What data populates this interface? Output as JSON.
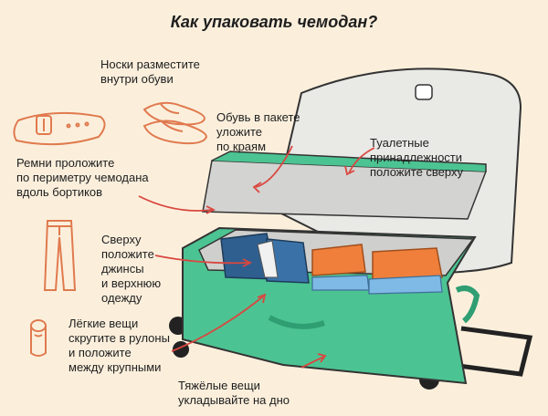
{
  "title": "Как упаковать чемодан?",
  "notes": {
    "socks": "Носки разместите\nвнутри обуви",
    "shoes": "Обувь в пакете\nуложите\nпо краям",
    "toiletries": "Туалетные\nпринадлежности\nположите сверху",
    "belts": "Ремни проложите\nпо периметру чемодана\nвдоль бортиков",
    "jeans": "Сверху\nположите\nджинсы\nи верхнюю\nодежду",
    "light": "Лёгкие вещи\nскрутите в рулоны\nи положите\nмежду крупными",
    "heavy": "Тяжёлые вещи\nукладывайте на дно"
  },
  "colors": {
    "background": "#fbefdc",
    "suitcase": "#4cc392",
    "suitcase_dark": "#2f9e72",
    "lid": "#e9e9e6",
    "denim": "#2f5f8f",
    "orange": "#ef7f3a",
    "sketch": "#e07a4e",
    "arrow": "#d9473f"
  },
  "icons": [
    "belt-icon",
    "sandals-icon",
    "jeans-icon",
    "rolled-shirt-icon",
    "suitcase-illustration"
  ]
}
